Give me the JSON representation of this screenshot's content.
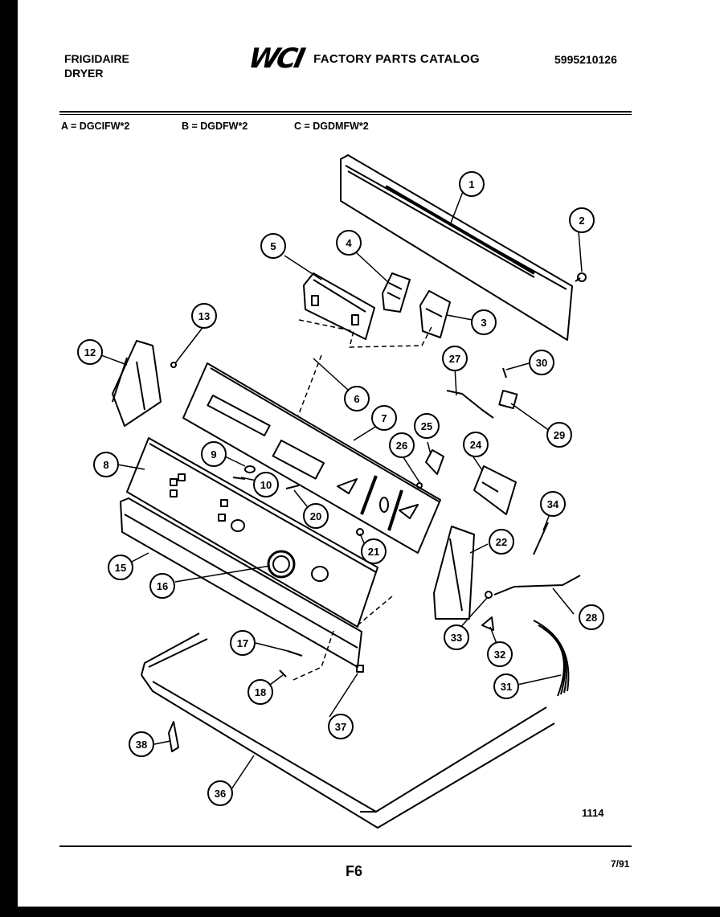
{
  "header": {
    "brand_line1": "FRIGIDAIRE",
    "brand_line2": "DRYER",
    "logo": "WCI",
    "catalog_title": "FACTORY PARTS CATALOG",
    "doc_number": "5995210126"
  },
  "models": [
    {
      "label": "A = DGCIFW*2"
    },
    {
      "label": "B = DGDFW*2"
    },
    {
      "label": "C = DGDMFW*2"
    }
  ],
  "callouts": [
    "1",
    "2",
    "3",
    "4",
    "5",
    "6",
    "7",
    "8",
    "9",
    "10",
    "12",
    "13",
    "15",
    "16",
    "17",
    "18",
    "20",
    "21",
    "22",
    "24",
    "25",
    "26",
    "27",
    "28",
    "29",
    "30",
    "31",
    "32",
    "33",
    "34",
    "36",
    "37",
    "38"
  ],
  "footer": {
    "ref_number": "1114",
    "page_code": "F6",
    "date": "7/91"
  }
}
